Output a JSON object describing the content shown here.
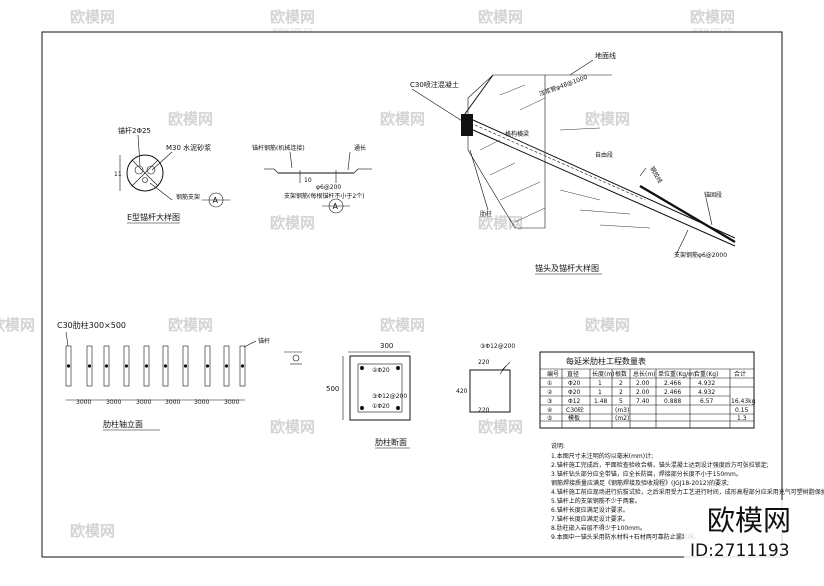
{
  "watermark": {
    "brand": "欧模网",
    "url": "www.om.cn"
  },
  "branding": {
    "site": "欧模网",
    "id": "ID:2711193"
  },
  "detail_e": {
    "label_anchor": "锚杆2Φ25",
    "label_mortar": "M30 水泥砂浆",
    "dim": "11",
    "label_bracket": "钢筋支架",
    "section_mark": "A",
    "title": "E型锚杆大样图"
  },
  "detail_a": {
    "label_bar": "锚杆钢筋(机械连接)",
    "label_length": "通长",
    "dim_10": "10",
    "bar_spec": "φ6@200",
    "label_support": "支架钢筋(每根锚杆不小于2个)",
    "section_mark": "A"
  },
  "anchor_detail": {
    "label_ground": "地面线",
    "label_concrete": "C30喷注混凝土",
    "label_grid": "格构横梁",
    "label_rib": "肋柱",
    "label_free": "自由段",
    "label_anchor_seg": "锚固段",
    "label_pipe": "注浆管φ48@1000",
    "label_steel": "钢绞线",
    "label_spacer": "支架钢筋φ6@2000",
    "title": "锚头及锚杆大样图"
  },
  "elevation": {
    "label_beam": "C30肋柱300×500",
    "label_anchor": "锚杆",
    "spacing": [
      "3000",
      "3000",
      "3000",
      "3000",
      "3000",
      "3000"
    ],
    "title": "肋柱轴立面"
  },
  "section": {
    "width": "300",
    "height": "500",
    "rebar_top": "②Φ20",
    "rebar_bottom": "①Φ20",
    "stirrup": "③Φ12@200",
    "title": "肋柱断面"
  },
  "stirrup_detail": {
    "top": "③Φ12@200",
    "dim_a": "220",
    "dim_b": "420",
    "dim_c": "220"
  },
  "quantity_table": {
    "title": "每延米肋柱工程数量表",
    "headers": [
      "编号",
      "直径",
      "长度(m)",
      "根数",
      "总长(m)",
      "单位重(Kg/m)",
      "合重(Kg)",
      "合计"
    ],
    "rows": [
      [
        "①",
        "Φ20",
        "1",
        "2",
        "2.00",
        "2.466",
        "4.932"
      ],
      [
        "②",
        "Φ20",
        "1",
        "2",
        "2.00",
        "2.466",
        "4.932"
      ],
      [
        "③",
        "Φ12",
        "1.48",
        "5",
        "7.40",
        "0.888",
        "6.57"
      ],
      [
        "④",
        "C30砼",
        "",
        "(m3)",
        "",
        "",
        ""
      ],
      [
        "⑤",
        "模板",
        "",
        "(m2)",
        "",
        "",
        ""
      ]
    ],
    "total_steel": "16.43kg",
    "total_concrete": "0.15",
    "total_formwork": "1.3"
  },
  "notes": {
    "heading": "说明:",
    "lines": [
      "1.本图尺寸未注明的均以毫米(mm)计;",
      "2.锚杆施工完成后，平面检查验收合格，锚头混凝土达到设计强度后方可张拉锁定;",
      "3.锚杆钻头部分应全带锚，应全长防腐，焊接部分长度不小于150mm。",
      "钢筋焊接质量应满足《钢筋焊接及验收规程》(JGJ18-2012)的要求;",
      "4.锚杆施工前应现场进行抗拔试验，之后采用受力工艺进行时间，成形高程部分应采用充气可塑树脂保护。",
      "5.锚杆上的支架钢筋不少于两套。",
      "6.锚杆长度应满足设计要求。",
      "7.锚杆长度应满足设计要求。",
      "8.肋柱嵌入岩层不得少于100mm。",
      "9.本图中一锚头采用防水材料+石材两可靠防止漏浆模。"
    ]
  }
}
